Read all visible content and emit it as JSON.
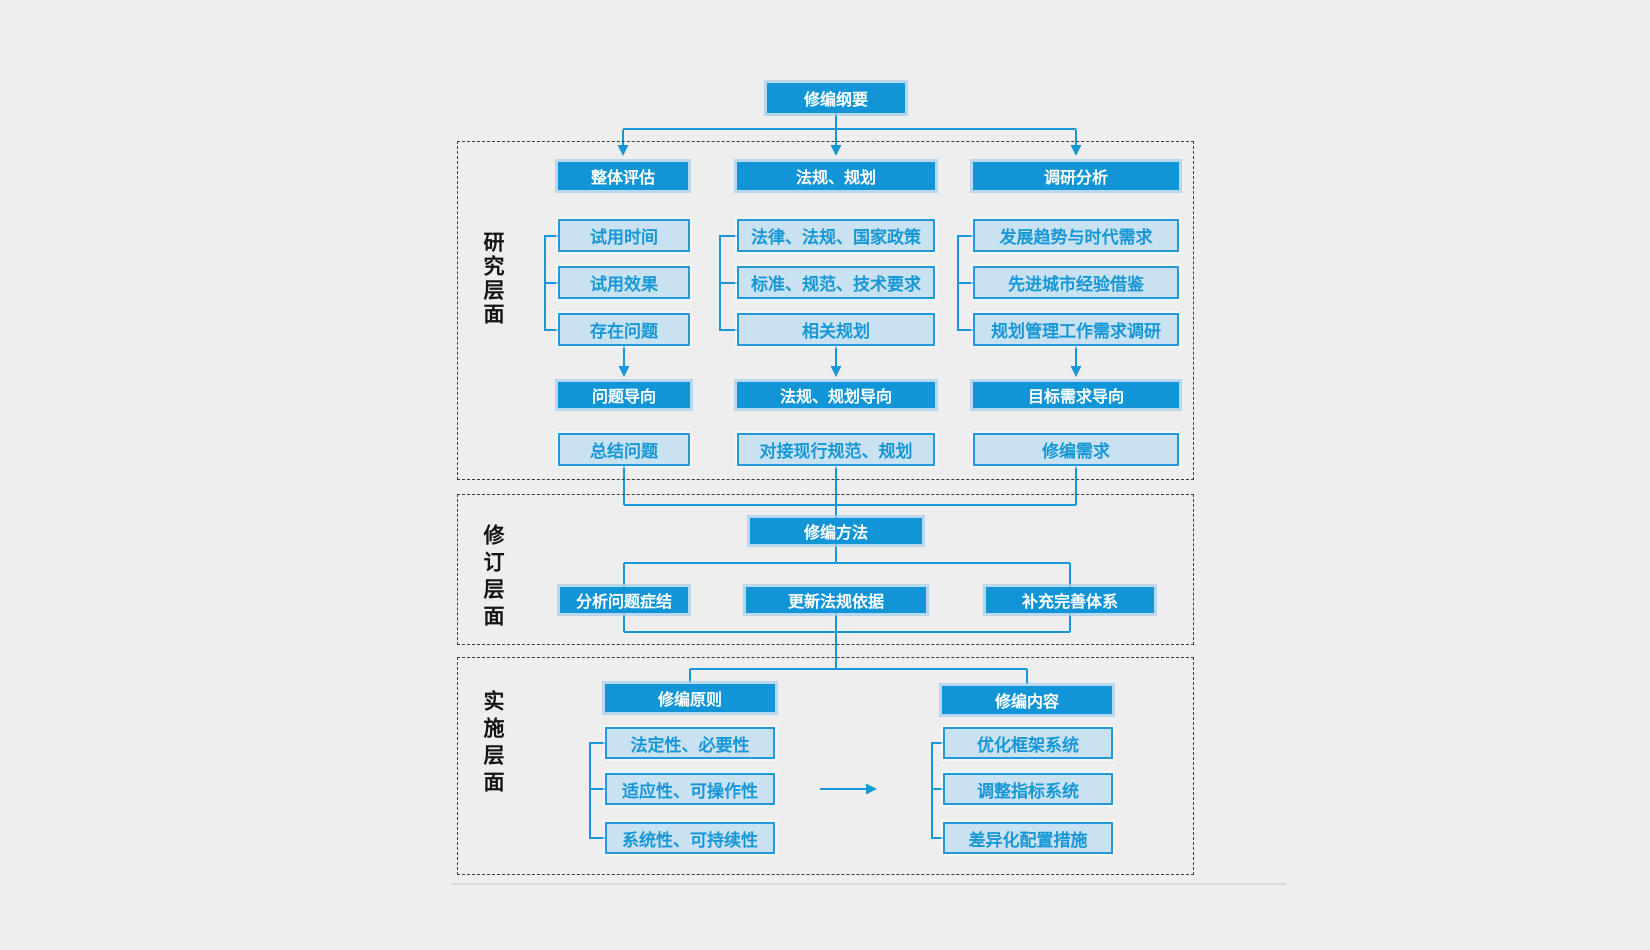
{
  "diagram": {
    "root": {
      "label": "修编纲要"
    },
    "sections": [
      {
        "label": "研究层面",
        "columns": [
          {
            "header": "整体评估",
            "items": [
              "试用时间",
              "试用效果",
              "存在问题"
            ],
            "orientation": "问题导向",
            "result": "总结问题"
          },
          {
            "header": "法规、规划",
            "items": [
              "法律、法规、国家政策",
              "标准、规范、技术要求",
              "相关规划"
            ],
            "orientation": "法规、规划导向",
            "result": "对接现行规范、规划"
          },
          {
            "header": "调研分析",
            "items": [
              "发展趋势与时代需求",
              "先进城市经验借鉴",
              "规划管理工作需求调研"
            ],
            "orientation": "目标需求导向",
            "result": "修编需求"
          }
        ]
      },
      {
        "label": "修订层面",
        "method": "修编方法",
        "branches": [
          "分析问题症结",
          "更新法规依据",
          "补充完善体系"
        ]
      },
      {
        "label": "实施层面",
        "groups": [
          {
            "header": "修编原则",
            "items": [
              "法定性、必要性",
              "适应性、可操作性",
              "系统性、可持续性"
            ]
          },
          {
            "header": "修编内容",
            "items": [
              "优化框架系统",
              "调整指标系统",
              "差异化配置措施"
            ]
          }
        ]
      }
    ],
    "colors": {
      "primary_blue": "#1295d6",
      "light_fill": "#c9e2f2",
      "light_border": "#2598d8",
      "blue_text": "#1797d6",
      "line": "#1797d6",
      "background": "#eeeeee",
      "section_border": "#3c3c3c",
      "label_text": "#141414"
    }
  }
}
